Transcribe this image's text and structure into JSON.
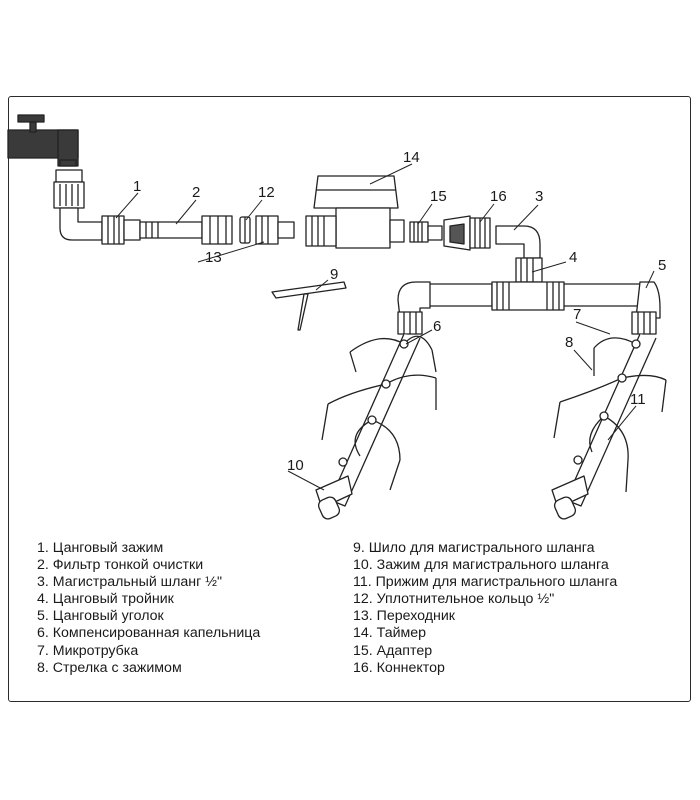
{
  "legend": [
    {
      "num": "1",
      "text": "1. Цанговый зажим"
    },
    {
      "num": "2",
      "text": "2. Фильтр тонкой очистки"
    },
    {
      "num": "3",
      "text": "3. Магистральный шланг ½\""
    },
    {
      "num": "4",
      "text": "4. Цанговый тройник"
    },
    {
      "num": "5",
      "text": "5. Цанговый уголок"
    },
    {
      "num": "6",
      "text": "6. Компенсированная капельница"
    },
    {
      "num": "7",
      "text": "7. Микротрубка"
    },
    {
      "num": "8",
      "text": "8. Стрелка с зажимом"
    },
    {
      "num": "9",
      "text": "9. Шило для магистрального шланга"
    },
    {
      "num": "10",
      "text": "10. Зажим для магистрального шланга"
    },
    {
      "num": "11",
      "text": "11. Прижим для магистрального шланга"
    },
    {
      "num": "12",
      "text": "12. Уплотнительное кольцо ½\""
    },
    {
      "num": "13",
      "text": "13. Переходник"
    },
    {
      "num": "14",
      "text": "14. Таймер"
    },
    {
      "num": "15",
      "text": "15. Адаптер"
    },
    {
      "num": "16",
      "text": "16. Коннектор"
    }
  ]
}
